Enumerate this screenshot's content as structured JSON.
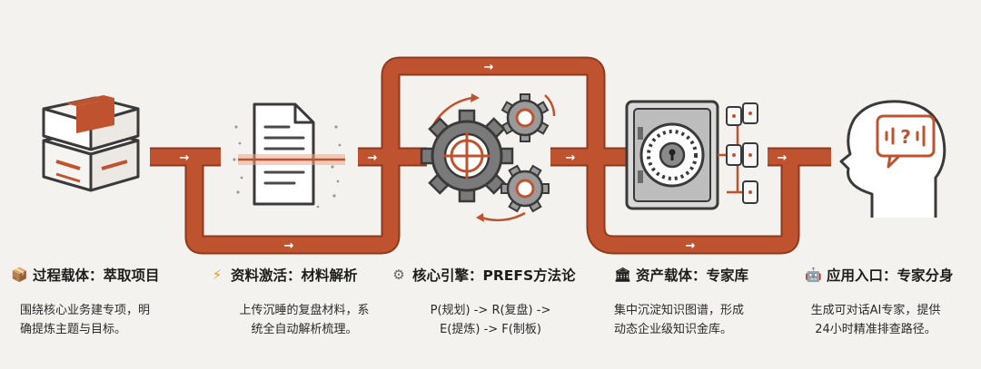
{
  "colors": {
    "background": "#f4f2ee",
    "pipe": "#c0532f",
    "pipe_edge": "#8e3a1e",
    "icon_dark": "#3a3a3a",
    "icon_grey": "#8a8a8a"
  },
  "arrow_glyph": "→",
  "icons": {
    "stage1": "box-stack-icon",
    "stage2": "document-scan-icon",
    "stage3": "gears-icon",
    "stage4": "vault-database-icon",
    "stage5": "head-speech-icon"
  },
  "steps": [
    {
      "emoji": "📦",
      "title": "过程载体：萃取项目",
      "desc": "围绕核心业务建专项，明\n确提炼主题与目标。"
    },
    {
      "emoji": "⚡",
      "title": "资料激活：材料解析",
      "desc": "上传沉睡的复盘材料，系\n统全自动解析梳理。"
    },
    {
      "emoji": "⚙",
      "title": "核心引擎：PREFS方法论",
      "desc": "P(规划) -> R(复盘) ->\nE(提炼) -> F(制板)"
    },
    {
      "emoji": "🏛",
      "title": "资产载体：专家库",
      "desc": "集中沉淀知识图谱，形成\n动态企业级知识金库。"
    },
    {
      "emoji": "🤖",
      "title": "应用入口：专家分身",
      "desc": "生成可对话AI专家，提供\n24小时精准排查路径。"
    }
  ]
}
